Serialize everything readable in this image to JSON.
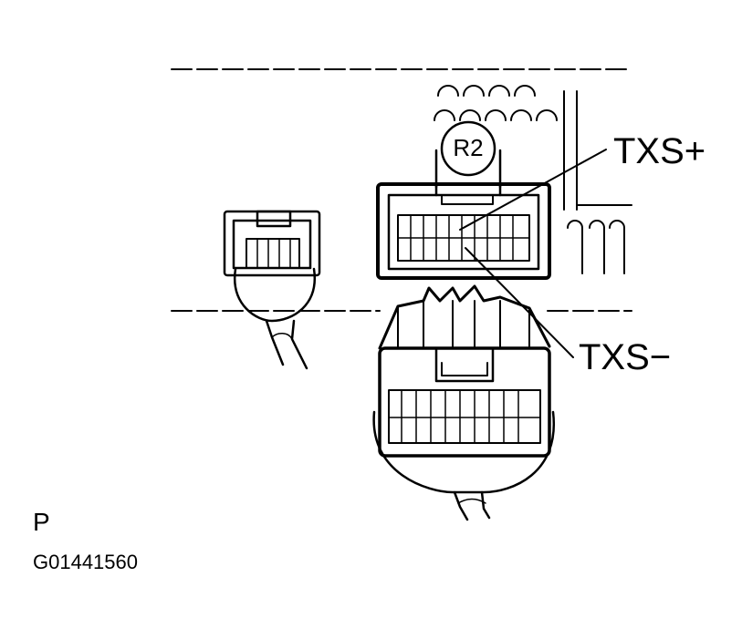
{
  "labels": {
    "connector_id": "R2",
    "terminal_plus": "TXS+",
    "terminal_minus": "TXS−",
    "view_letter": "P",
    "figure_code": "G01441560"
  },
  "colors": {
    "ink": "#000000",
    "paper": "#ffffff"
  },
  "icons": [
    "vehicle-side-connector-drawing",
    "wire-harness-connector-drawing",
    "small-side-connector-drawing"
  ]
}
